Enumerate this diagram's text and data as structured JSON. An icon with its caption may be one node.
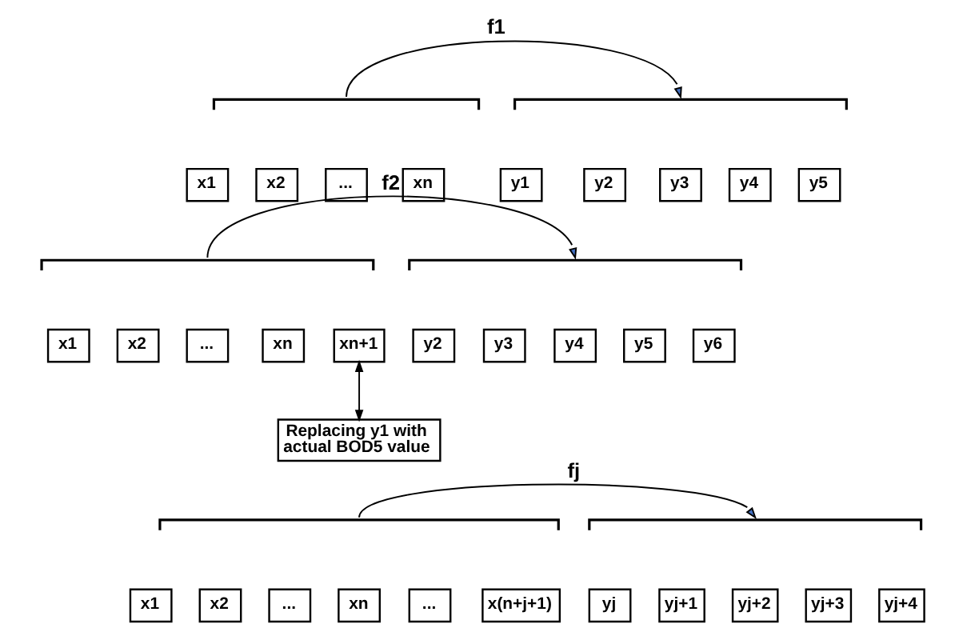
{
  "diagram": {
    "nodes": [
      {
        "text": [],
        "shape": "bracket"
      },
      {
        "text": [],
        "shape": "bracket"
      },
      {
        "text": [
          "x1"
        ]
      },
      {
        "text": [
          "x2"
        ]
      },
      {
        "text": [
          "..."
        ]
      },
      {
        "text": [
          "xn"
        ]
      },
      {
        "text": [
          "y1"
        ]
      },
      {
        "text": [
          "y2"
        ]
      },
      {
        "text": [
          "y3"
        ]
      },
      {
        "text": [
          "y4"
        ]
      },
      {
        "text": [
          "y5"
        ]
      },
      {
        "text": [],
        "shape": "bracket"
      },
      {
        "text": [],
        "shape": "bracket"
      },
      {
        "text": [
          "x1"
        ]
      },
      {
        "text": [
          "x2"
        ]
      },
      {
        "text": [
          "..."
        ]
      },
      {
        "text": [
          "xn"
        ]
      },
      {
        "text": [
          "xn+1"
        ]
      },
      {
        "text": [
          "y2"
        ]
      },
      {
        "text": [
          "y3"
        ]
      },
      {
        "text": [
          "y4"
        ]
      },
      {
        "text": [
          "y5"
        ]
      },
      {
        "text": [
          "y6"
        ]
      },
      {
        "text": [
          "Replacing y1 with actual BOD5 value"
        ]
      },
      {
        "text": [],
        "shape": "bracket"
      },
      {
        "text": [],
        "shape": "bracket"
      },
      {
        "text": [
          "x1"
        ]
      },
      {
        "text": [
          "x2"
        ]
      },
      {
        "text": [
          "..."
        ]
      },
      {
        "text": [
          "xn"
        ]
      },
      {
        "text": [
          "..."
        ]
      },
      {
        "text": [
          "x(n+j+1)"
        ]
      },
      {
        "text": [
          "yj"
        ]
      },
      {
        "text": [
          "yj+1"
        ]
      },
      {
        "text": [
          "yj+2"
        ]
      },
      {
        "text": [
          "yj+3"
        ]
      },
      {
        "text": [
          "yj+4"
        ]
      }
    ],
    "edges": [
      {
        "from": 0,
        "to": 1,
        "arrow": "to",
        "label": "f1"
      },
      {
        "from": 11,
        "to": 12,
        "arrow": "to",
        "label": "f2"
      },
      {
        "from": 17,
        "to": 23,
        "arrow": "both"
      },
      {
        "from": 24,
        "to": 25,
        "arrow": "to",
        "label": "fj"
      }
    ]
  }
}
